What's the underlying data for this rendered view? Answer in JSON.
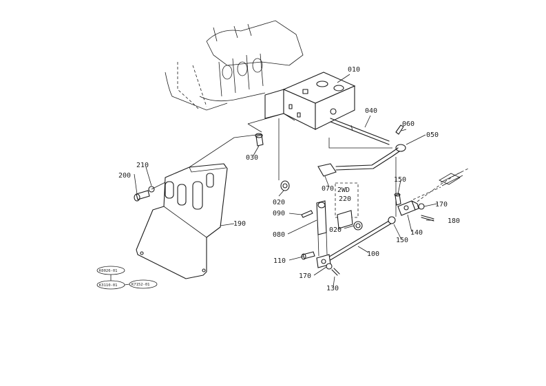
{
  "part_labels": {
    "p010": "010",
    "p020a": "020",
    "p020b": "020",
    "p030": "030",
    "p040": "040",
    "p050": "050",
    "p060": "060",
    "p070": "070",
    "p080": "080",
    "p090": "090",
    "p100": "100",
    "p110": "110",
    "p130": "130",
    "p140": "140",
    "p150a": "150",
    "p150b": "150",
    "p170a": "170",
    "p170b": "170",
    "p180": "180",
    "p190": "190",
    "p200": "200",
    "p210": "210",
    "p220": "220",
    "variant_2wd": "2WD"
  },
  "reference_codes": {
    "ref1": "K0026-01",
    "ref2": "K3110-01",
    "ref3": "K7152-01"
  }
}
